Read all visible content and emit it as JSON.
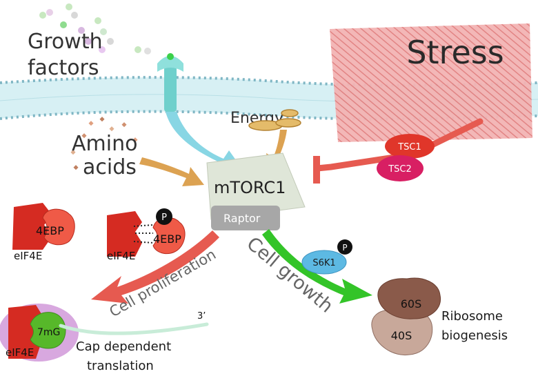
{
  "labels": {
    "growth_line1": "Growth",
    "growth_line2": "factors",
    "stress": "Stress",
    "energy": "Energy",
    "amino_line1": "Amino",
    "amino_line2": "acids",
    "mtorc1": "mTORC1",
    "raptor": "Raptor",
    "tsc1": "TSC1",
    "tsc2": "TSC2",
    "fourebp_left": "4EBP",
    "fourebp_right": "4EBP",
    "eif4e_left": "eIF4E",
    "eif4e_mid": "eIF4E",
    "eif4e_bottom": "eIF4E",
    "phospho_4ebp": "P",
    "phospho_s6k1": "P",
    "s6k1": "S6K1",
    "cell_proliferation": "Cell proliferation",
    "cell_growth": "Cell growth",
    "sevenmg": "7mG",
    "three_prime": "3’",
    "cap_line1": "Cap dependent",
    "cap_line2": "translation",
    "sixty_s": "60S",
    "forty_s": "40S",
    "ribosome_line1": "Ribosome",
    "ribosome_line2": "biogenesis"
  },
  "colors": {
    "membrane": "#cfeef3",
    "stress_fill": "#eda0a0",
    "receptor": "#6fd0cc",
    "arrow_blue": "#88d6e4",
    "arrow_orange": "#dca252",
    "arrow_red": "#e65a50",
    "arrow_green": "#33c428",
    "mtorc1_fill": "#dfe6d8",
    "raptor_fill": "#a7a7a7",
    "tsc1_fill": "#e0362a",
    "tsc2_fill": "#d81f63",
    "eif4e_red": "#d52b22",
    "fourebp_red": "#ef5a47",
    "s6k1_blue": "#5db9e3",
    "cap_purple": "#d8a8df",
    "sevenmg_green": "#57b82a",
    "ribosome_brown": "#8a5a4a",
    "ribosome_light": "#c8a89a"
  }
}
